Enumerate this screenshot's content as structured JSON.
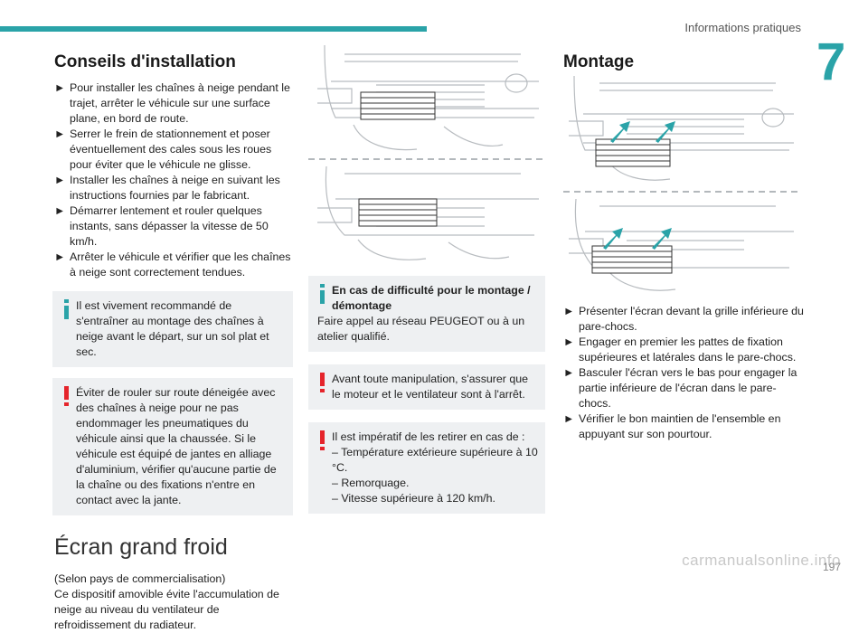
{
  "header": {
    "title": "Informations pratiques",
    "chapter": "7"
  },
  "left": {
    "heading": "Conseils d'installation",
    "bullets": [
      "Pour installer les chaînes à neige pendant le trajet, arrêter le véhicule sur une surface plane, en bord de route.",
      "Serrer le frein de stationnement et poser éventuellement des cales sous les roues pour éviter que le véhicule ne glisse.",
      "Installer les chaînes à neige en suivant les instructions fournies par le fabricant.",
      "Démarrer lentement et rouler quelques instants, sans dépasser la vitesse de 50 km/h.",
      "Arrêter le véhicule et vérifier que les chaînes à neige sont correctement tendues."
    ],
    "info_box": "Il est vivement recommandé de s'entraîner au montage des chaînes à neige avant le départ, sur un sol plat et sec.",
    "warn_box": "Éviter de rouler sur route déneigée avec des chaînes à neige pour ne pas endommager les pneumatiques du véhicule ainsi que la chaussée. Si le véhicule est équipé de jantes en alliage d'aluminium, vérifier qu'aucune partie de la chaîne ou des fixations n'entre en contact avec la jante.",
    "section_title": "Écran grand froid",
    "section_text_1": "(Selon pays de commercialisation)",
    "section_text_2": "Ce dispositif amovible évite l'accumulation de neige au niveau du ventilateur de refroidissement du radiateur."
  },
  "middle": {
    "info_title": "En cas de difficulté pour le montage / démontage",
    "info_text": "Faire appel au réseau PEUGEOT ou à un atelier qualifié.",
    "warn1": "Avant toute manipulation, s'assurer que le moteur et le ventilateur sont à l'arrêt.",
    "warn2_intro": "Il est impératif de les retirer en cas de :",
    "warn2_items": [
      "–  Température extérieure supérieure à 10 °C.",
      "–  Remorquage.",
      "–  Vitesse supérieure à 120 km/h."
    ]
  },
  "right": {
    "heading": "Montage",
    "bullets": [
      "Présenter l'écran devant la grille inférieure du pare-chocs.",
      "Engager en premier les pattes de fixation supérieures et latérales dans le pare-chocs.",
      "Basculer l'écran vers le bas pour engager la partie inférieure de l'écran dans le pare-chocs.",
      "Vérifier le bon maintien de l'ensemble en appuyant sur son pourtour."
    ]
  },
  "bullet_symbol": "►",
  "page_number": "197",
  "watermark": "carmanualsonline.info",
  "colors": {
    "accent": "#2aa3a8",
    "warning": "#e5242b",
    "box_bg": "#eef0f2"
  }
}
